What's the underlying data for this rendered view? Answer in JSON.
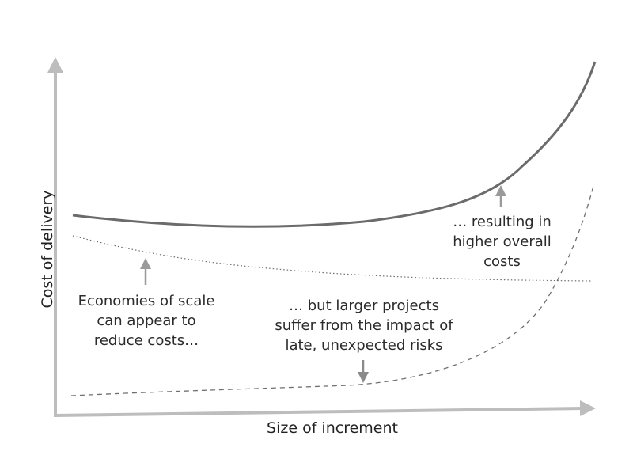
{
  "axes": {
    "x_label": "Size of increment",
    "y_label": "Cost of delivery"
  },
  "annotations": {
    "economies": [
      "Economies of scale",
      "can appear to",
      "reduce costs…"
    ],
    "risks": [
      "… but larger projects",
      "suffer from the impact of",
      "late, unexpected risks"
    ],
    "overall": [
      "… resulting in",
      "higher overall",
      "costs"
    ]
  },
  "colors": {
    "axis": "#bdbdbd",
    "total_curve": "#6b6b6b",
    "scale_curve": "#6f6f6f",
    "risk_curve": "#6f6f6f",
    "pointer": "#9a9a9a",
    "text": "#2b2b2b"
  }
}
